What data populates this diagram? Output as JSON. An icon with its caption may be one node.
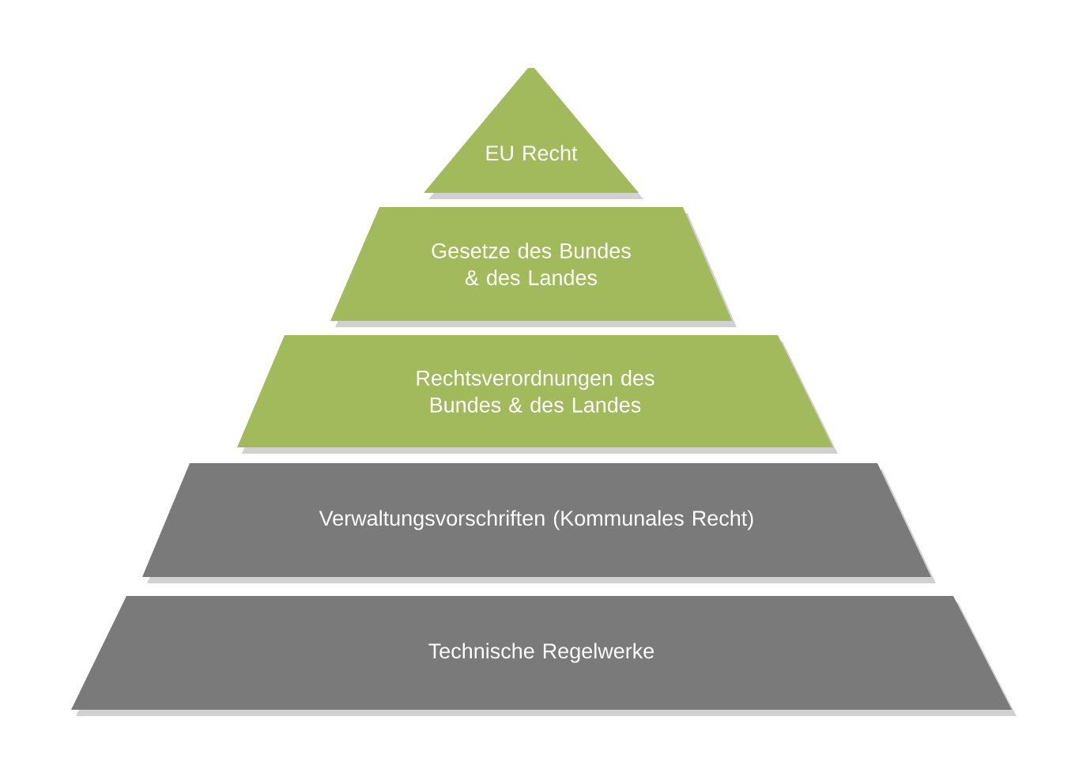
{
  "diagram": {
    "nodes": [
      {
        "text": [
          "EU Recht"
        ]
      },
      {
        "text": [
          "Gesetze des Bundes & des Landes"
        ]
      },
      {
        "text": [
          "Rechtsverordnungen des Bundes & des Landes"
        ]
      },
      {
        "text": [
          "Verwaltungsvorschriften (Kommunales Recht)"
        ]
      },
      {
        "text": [
          "Technische Regelwerke"
        ]
      }
    ]
  }
}
